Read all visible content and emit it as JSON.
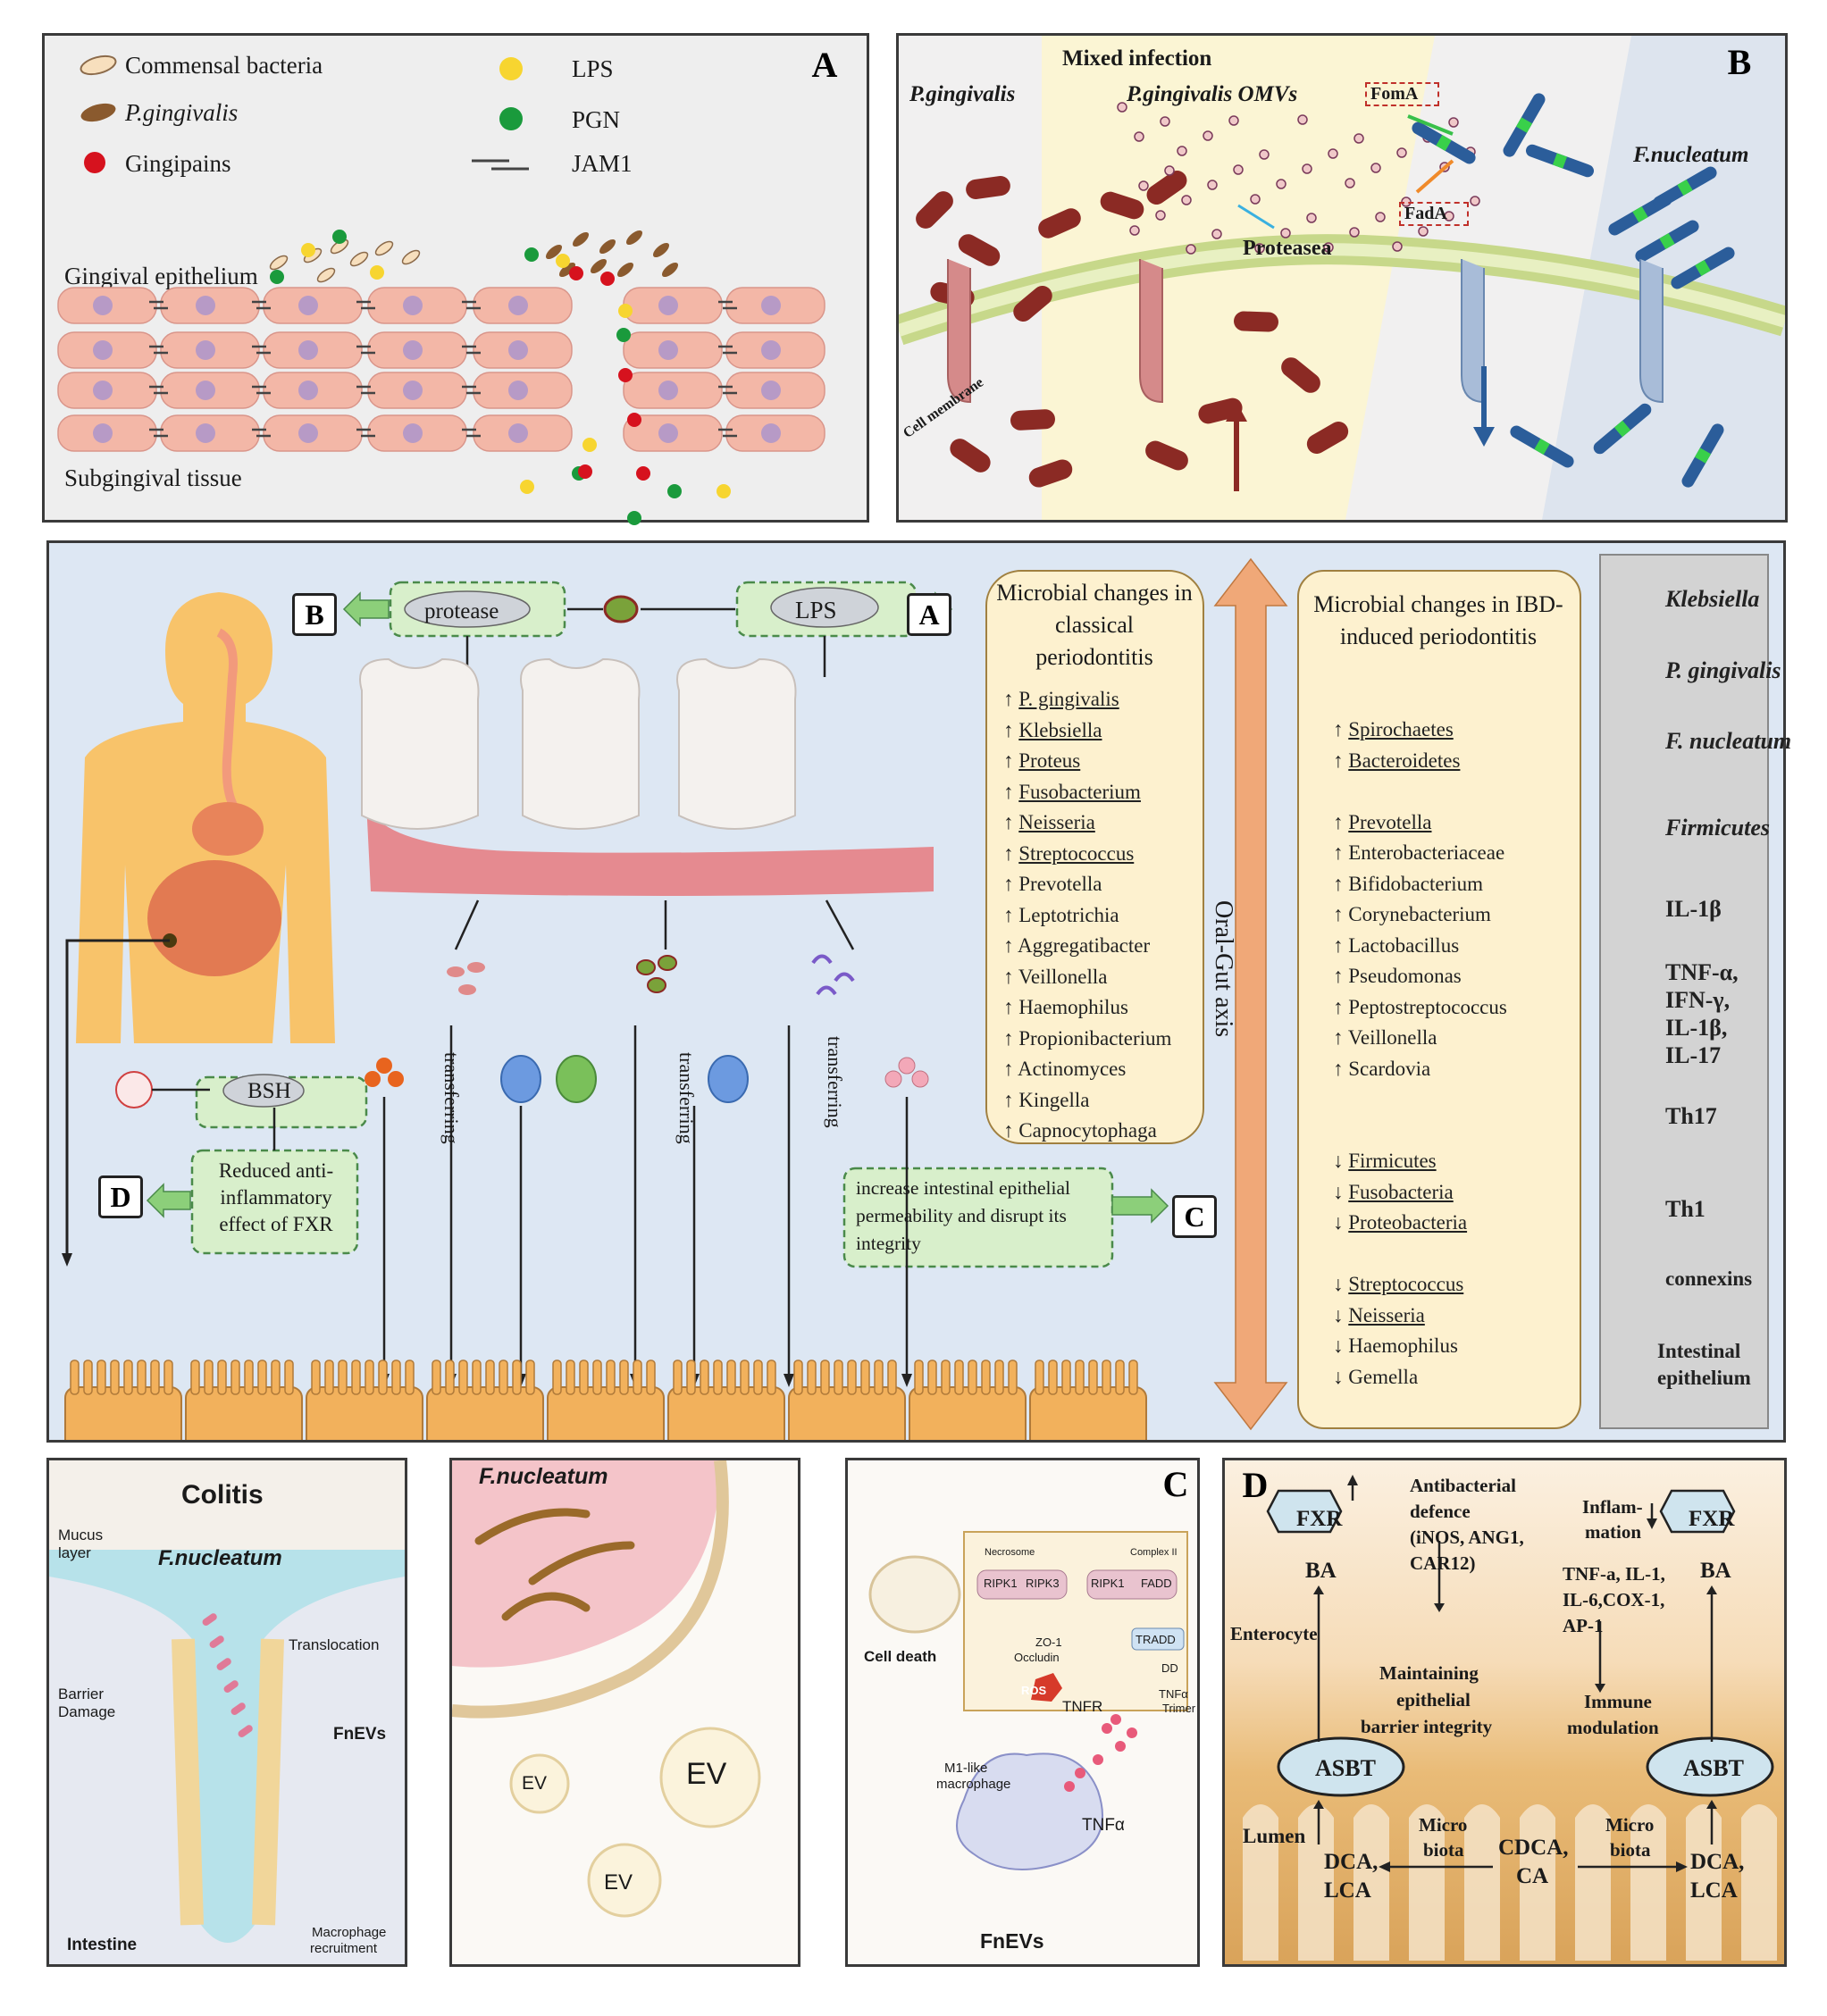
{
  "panelA": {
    "letter": "A",
    "legend": [
      "Commensal bacteria",
      "P.gingivalis",
      "Gingipains",
      "LPS",
      "PGN",
      "JAM1"
    ],
    "gingival_epithelium": "Gingival epithelium",
    "subgingival_tissue": "Subgingival tissue"
  },
  "panelB": {
    "letter": "B",
    "mixed_infection": "Mixed infection",
    "pg": "P.gingivalis",
    "pg_omvs": "P.gingivalis OMVs",
    "fom_a": "FomA",
    "fad_a": "FadA",
    "protease": "Proteasea",
    "fn": "F.nucleatum",
    "cell_membrane": "Cell membrane"
  },
  "middle": {
    "box_b": "B",
    "box_a": "A",
    "box_c": "C",
    "box_d": "D",
    "protease": "protease",
    "lps": "LPS",
    "bsh": "BSH",
    "fxr_text": "Reduced anti-inflammatory effect of FXR",
    "permeability_text": "increase intestinal epithelial permeability and disrupt its integrity",
    "transferring": "transferring",
    "axis": "Oral-Gut axis",
    "classical_title": "Microbial changes in classical periodontitis",
    "classical_list": [
      "P. gingivalis",
      "Klebsiella",
      "Proteus",
      "Fusobacterium",
      "Neisseria",
      "Streptococcus",
      "Prevotella",
      "Leptotrichia",
      "Aggregatibacter",
      "Veillonella",
      "Haemophilus",
      "Propionibacterium",
      "Actinomyces",
      "Kingella",
      "Capnocytophaga"
    ],
    "ibd_title": "Microbial changes in IBD-induced periodontitis",
    "ibd_up": [
      "Spirochaetes",
      "Bacteroidetes",
      "Prevotella",
      "Enterobacteriaceae",
      "Bifidobacterium",
      "Corynebacterium",
      "Lactobacillus",
      "Pseudomonas",
      "Peptostreptococcus",
      "Veillonella",
      "Scardovia"
    ],
    "ibd_down": [
      "Firmicutes",
      "Fusobacteria",
      "Proteobacteria",
      "Streptococcus",
      "Neisseria",
      "Haemophilus",
      "Gemella"
    ],
    "up_arrow": "↑",
    "down_arrow": "↓",
    "legend": [
      "Klebsiella",
      "P. gingivalis",
      "F. nucleatum",
      "Firmicutes",
      "IL-1β",
      "TNF-α,",
      "IFN-γ,",
      "IL-1β,",
      "IL-17",
      "Th17",
      "Th1",
      "connexins",
      "Intestinal",
      "epithelium"
    ]
  },
  "panelC1": {
    "colitis": "Colitis",
    "mucus": [
      "Mucus",
      "layer"
    ],
    "fn": "F.nucleatum",
    "translocation": "Translocation",
    "barrier": [
      "Barrier",
      "Damage"
    ],
    "fnevs": "FnEVs",
    "intestine": "Intestine",
    "macrophage": [
      "Macrophage",
      "recruitment"
    ]
  },
  "panelC2": {
    "fn": "F.nucleatum",
    "ev": "EV"
  },
  "panelC3": {
    "letter": "C",
    "necrosome": "Necrosome",
    "complex": "Complex II",
    "ripk1": "RIPK1",
    "ripk3": "RIPK3",
    "fadd": "FADD",
    "tradd": "TRADD",
    "zo1": "ZO-1",
    "occludin": "Occludin",
    "dd": "DD",
    "cell_death": "Cell death",
    "ros": "ROS",
    "tnfr": "TNFR",
    "tnfa_trimer": [
      "TNFα",
      "Trimer"
    ],
    "m1": [
      "M1-like",
      "macrophage"
    ],
    "tnfa": "TNFα",
    "fnevs": "FnEVs"
  },
  "panelD": {
    "letter": "D",
    "fxr": "FXR",
    "ba": "BA",
    "antibacterial": [
      "Antibacterial",
      "defence",
      "(iNOS, ANG1,",
      "CAR12)"
    ],
    "maintaining": [
      "Maintaining",
      "epithelial",
      "barrier integrity"
    ],
    "inflammation": [
      "Inflam-",
      "mation"
    ],
    "cytokines": [
      "TNF-a, IL-1,",
      "IL-6,COX-1,",
      "AP-1"
    ],
    "immune": [
      "Immune",
      "modulation"
    ],
    "enterocyte": "Enterocyte",
    "asbt": "ASBT",
    "lumen": "Lumen",
    "microbiota": [
      "Micro",
      "biota"
    ],
    "dca": [
      "DCA,",
      "LCA"
    ],
    "cdca": [
      "CDCA,",
      "CA"
    ]
  },
  "colors": {
    "panel_bg": "#eeeeee",
    "middle_bg": "#dde7f3",
    "list_bg": "#fdf1cf",
    "axis": "#f0a878",
    "cell": "#f3b7a7",
    "nucleus": "#b79ac6",
    "pg_bacteria": "#8b2a24",
    "fn_bacteria": "#2b5d9a",
    "intestinal_cell": "#f2b15c"
  }
}
